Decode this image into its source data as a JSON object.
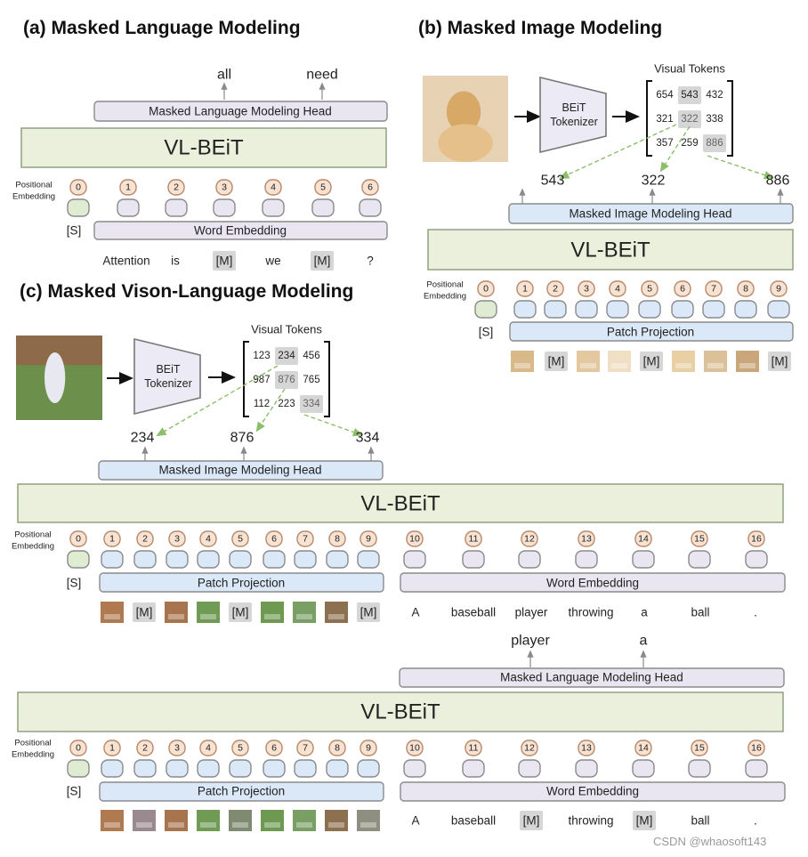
{
  "sections": {
    "a": {
      "title": "(a) Masked Language Modeling",
      "outputs": [
        "all",
        "need"
      ],
      "head_label": "Masked Language Modeling Head",
      "model_label": "VL-BEiT",
      "pos_label_1": "Positional",
      "pos_label_2": "Embedding",
      "positions": [
        "0",
        "1",
        "2",
        "3",
        "4",
        "5",
        "6"
      ],
      "cls_label": "[S]",
      "embed_label": "Word Embedding",
      "tokens": [
        "Attention",
        "is",
        "[M]",
        "we",
        "[M]",
        "?"
      ]
    },
    "b": {
      "title": "(b) Masked Image Modeling",
      "tokenizer_label_1": "BEiT",
      "tokenizer_label_2": "Tokenizer",
      "visual_tokens_label": "Visual Tokens",
      "token_grid": [
        [
          "654",
          "543",
          "432"
        ],
        [
          "321",
          "322",
          "338"
        ],
        [
          "357",
          "259",
          "886"
        ]
      ],
      "outputs": [
        "543",
        "322",
        "886"
      ],
      "head_label": "Masked Image Modeling Head",
      "model_label": "VL-BEiT",
      "pos_label_1": "Positional",
      "pos_label_2": "Embedding",
      "positions": [
        "0",
        "1",
        "2",
        "3",
        "4",
        "5",
        "6",
        "7",
        "8",
        "9"
      ],
      "cls_label": "[S]",
      "embed_label": "Patch Projection",
      "mask_label": "[M]"
    },
    "c": {
      "title": "(c) Masked Vison-Language Modeling",
      "tokenizer_label_1": "BEiT",
      "tokenizer_label_2": "Tokenizer",
      "visual_tokens_label": "Visual Tokens",
      "token_grid": [
        [
          "123",
          "234",
          "456"
        ],
        [
          "987",
          "876",
          "765"
        ],
        [
          "112",
          "223",
          "334"
        ]
      ],
      "img_outputs": [
        "234",
        "876",
        "334"
      ],
      "img_head_label": "Masked Image Modeling Head",
      "model_label": "VL-BEiT",
      "pos_label_1": "Positional",
      "pos_label_2": "Embedding",
      "positions": [
        "0",
        "1",
        "2",
        "3",
        "4",
        "5",
        "6",
        "7",
        "8",
        "9",
        "10",
        "11",
        "12",
        "13",
        "14",
        "15",
        "16"
      ],
      "cls_label": "[S]",
      "patch_label": "Patch Projection",
      "word_label": "Word Embedding",
      "mask_label": "[M]",
      "text_tokens_1": [
        "A",
        "baseball",
        "player",
        "throwing",
        "a",
        "ball",
        "."
      ],
      "txt_outputs": [
        "player",
        "a"
      ],
      "txt_head_label": "Masked Language Modeling Head",
      "text_tokens_2": [
        "A",
        "baseball",
        "[M]",
        "throwing",
        "[M]",
        "ball",
        "."
      ]
    }
  },
  "watermark": "CSDN @whaosoft143",
  "colors": {
    "model_fill": "#eaf0dc",
    "model_stroke": "#8a9a7a",
    "head_fill": "#e9e6f2",
    "blue_fill": "#dbe8f7",
    "pos_fill": "#f8e2d2",
    "cls_fill": "#e0ecd2",
    "mask_fill": "#d6d6d6",
    "arrow_green": "#8cbf6a",
    "tokenizer_fill": "#eceaf4"
  }
}
